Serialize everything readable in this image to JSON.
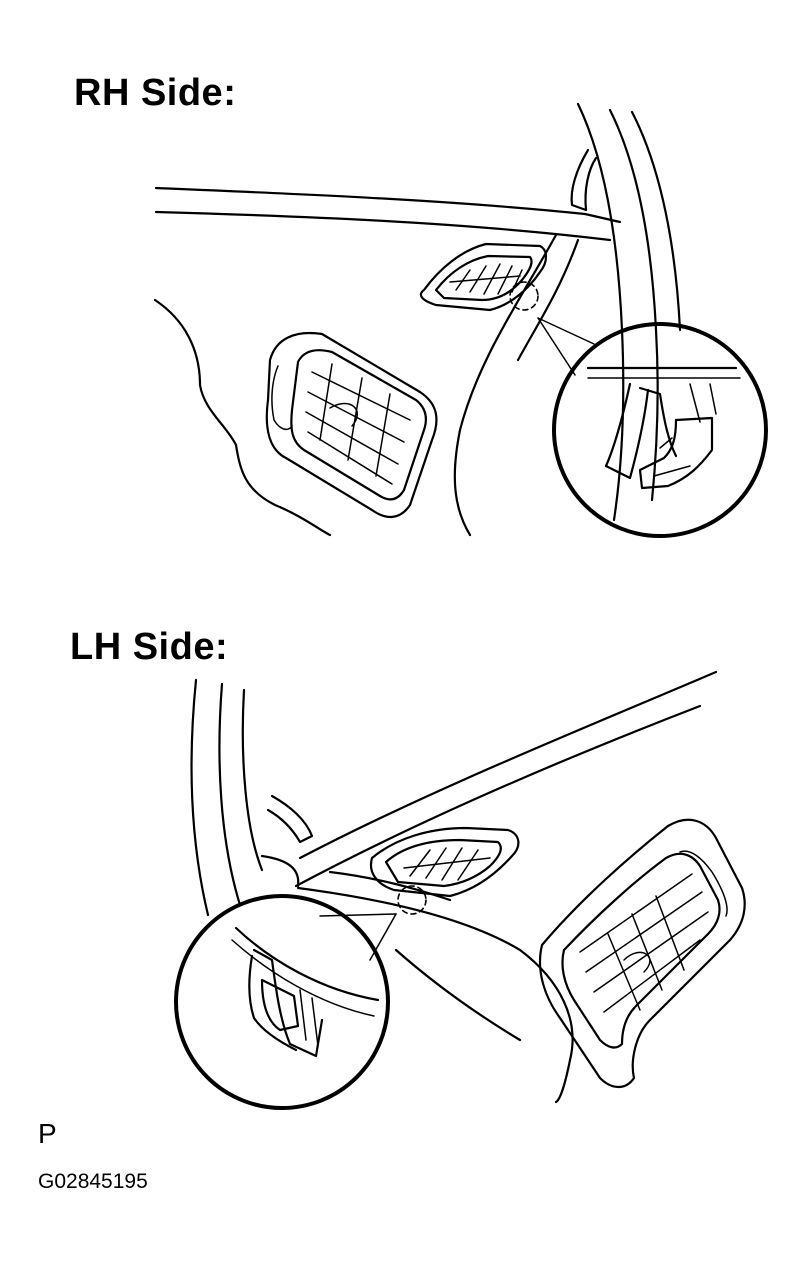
{
  "labels": {
    "rh_side": "RH Side:",
    "lh_side": "LH Side:",
    "mark": "P",
    "figure_code": "G02845195"
  },
  "icons": {
    "rh_panel": "dashboard-rh-vent-illustration",
    "lh_panel": "dashboard-lh-vent-illustration",
    "rh_detail": "clip-detail-magnifier",
    "lh_detail": "clip-detail-magnifier"
  }
}
